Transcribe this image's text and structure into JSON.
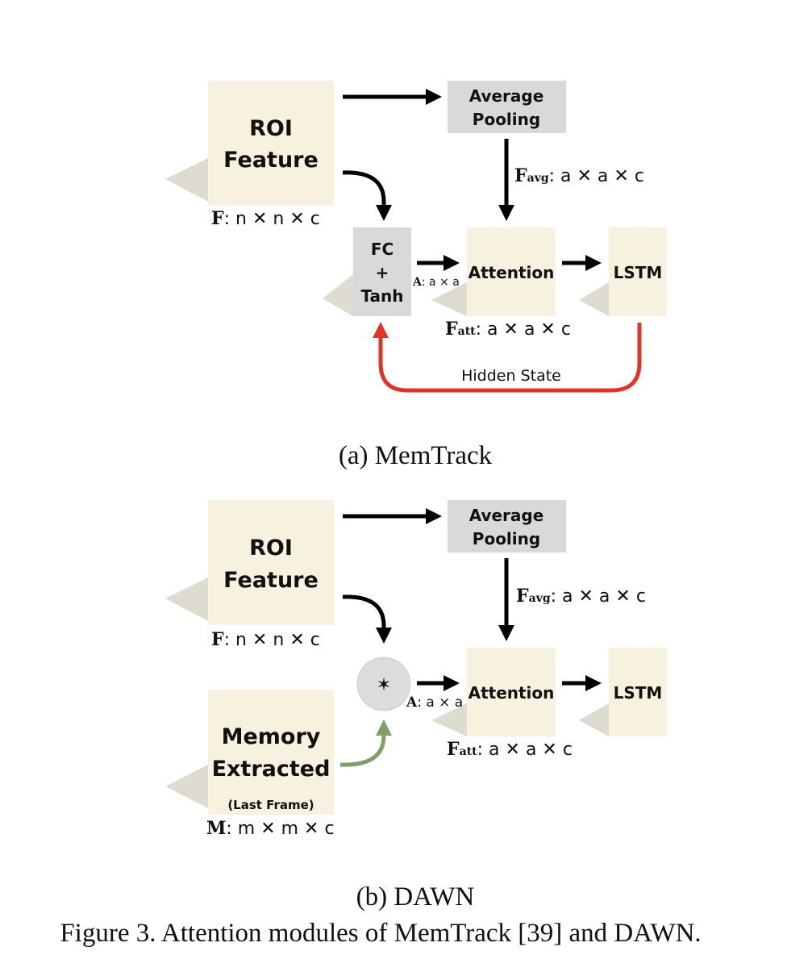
{
  "panel_a": {
    "roi": {
      "line1": "ROI",
      "line2": "Feature"
    },
    "roi_dim": {
      "sym": "F",
      "text": ": n ✕ n ✕ c"
    },
    "avg_pool": {
      "line1": "Average",
      "line2": "Pooling"
    },
    "favg": {
      "sym": "F",
      "sub": "avg",
      "text": ": a ✕ a ✕ c"
    },
    "fc": {
      "line1": "FC",
      "line2": "+",
      "line3": "Tanh"
    },
    "a_dim": {
      "sym": "A",
      "text": ": a × a"
    },
    "attention": "Attention",
    "lstm": "LSTM",
    "fatt": {
      "sym": "F",
      "sub": "att",
      "text": ": a ✕ a ✕ c"
    },
    "hidden": "Hidden State",
    "caption": "(a) MemTrack"
  },
  "panel_b": {
    "roi": {
      "line1": "ROI",
      "line2": "Feature"
    },
    "roi_dim": {
      "sym": "F",
      "text": ": n ✕ n ✕ c"
    },
    "avg_pool": {
      "line1": "Average",
      "line2": "Pooling"
    },
    "favg": {
      "sym": "F",
      "sub": "avg",
      "text": ": a ✕ a ✕ c"
    },
    "conv_symbol": "✶",
    "a_dim": {
      "sym": "A",
      "text": ": a × a"
    },
    "attention": "Attention",
    "lstm": "LSTM",
    "fatt": {
      "sym": "F",
      "sub": "att",
      "text": ": a ✕ a ✕ c"
    },
    "memory": {
      "line1": "Memory",
      "line2": "Extracted",
      "line3": "(Last Frame)"
    },
    "m_dim": {
      "sym": "M",
      "text": ": m ✕ m ✕ c"
    },
    "caption": "(b) DAWN"
  },
  "figure_caption": "Figure 3. Attention modules of MemTrack [39] and DAWN.",
  "colors": {
    "box": "#f7f1df",
    "gray": "#d9d9d9",
    "shadow": "#dedbd0",
    "arrow": "#000000",
    "hidden": "#e03428",
    "memory_arrow": "#7f9f6a"
  }
}
